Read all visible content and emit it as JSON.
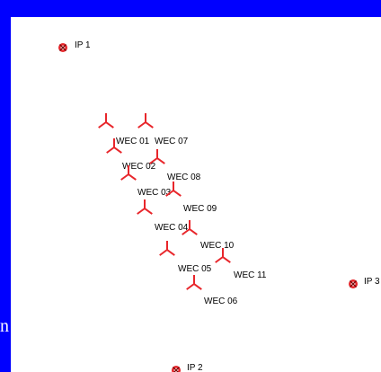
{
  "colors": {
    "frame": "#0000ff",
    "canvas": "#ffffff",
    "turbine": "#e8262b",
    "ip_marker": "#e8262b",
    "text": "#000000"
  },
  "edge_text": "n",
  "map": {
    "ip_points": [
      {
        "label": "IP 1",
        "icon": "crosshair-circle-icon"
      },
      {
        "label": "IP 2",
        "icon": "crosshair-circle-icon"
      },
      {
        "label": "IP 3",
        "icon": "crosshair-circle-icon"
      }
    ],
    "turbines": [
      {
        "label": "WEC 01",
        "icon": "wind-turbine-icon"
      },
      {
        "label": "WEC 02",
        "icon": "wind-turbine-icon"
      },
      {
        "label": "WEC 03",
        "icon": "wind-turbine-icon"
      },
      {
        "label": "WEC 04",
        "icon": "wind-turbine-icon"
      },
      {
        "label": "WEC 05",
        "icon": "wind-turbine-icon"
      },
      {
        "label": "WEC 06",
        "icon": "wind-turbine-icon"
      },
      {
        "label": "WEC 07",
        "icon": "wind-turbine-icon"
      },
      {
        "label": "WEC 08",
        "icon": "wind-turbine-icon"
      },
      {
        "label": "WEC 09",
        "icon": "wind-turbine-icon"
      },
      {
        "label": "WEC 10",
        "icon": "wind-turbine-icon"
      },
      {
        "label": "WEC 11",
        "icon": "wind-turbine-icon"
      }
    ]
  }
}
